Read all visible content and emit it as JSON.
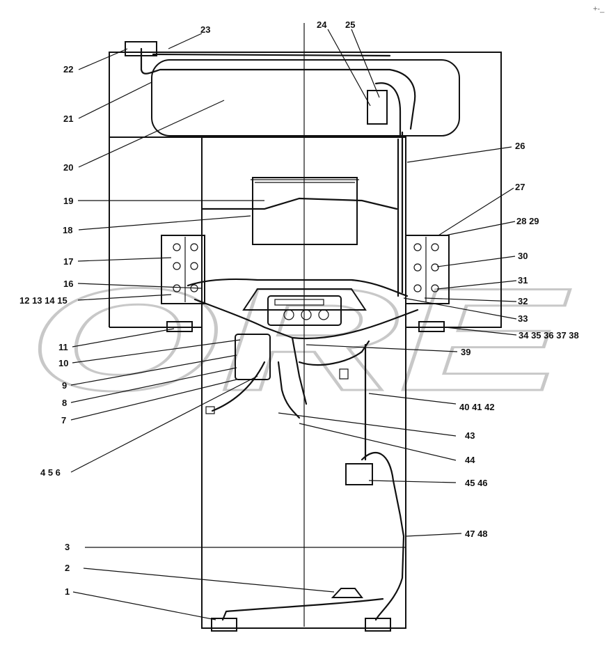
{
  "watermark": "ORE",
  "corner_mark": "+-_",
  "callouts": [
    {
      "id": "c1",
      "text": "1"
    },
    {
      "id": "c2",
      "text": "2"
    },
    {
      "id": "c3",
      "text": "3"
    },
    {
      "id": "c456",
      "text": "4 5 6"
    },
    {
      "id": "c7",
      "text": "7"
    },
    {
      "id": "c8",
      "text": "8"
    },
    {
      "id": "c9",
      "text": "9"
    },
    {
      "id": "c10",
      "text": "10"
    },
    {
      "id": "c11",
      "text": "11"
    },
    {
      "id": "c12",
      "text": "12 13 14 15"
    },
    {
      "id": "c16",
      "text": "16"
    },
    {
      "id": "c17",
      "text": "17"
    },
    {
      "id": "c18",
      "text": "18"
    },
    {
      "id": "c19",
      "text": "19"
    },
    {
      "id": "c20",
      "text": "20"
    },
    {
      "id": "c21",
      "text": "21"
    },
    {
      "id": "c22",
      "text": "22"
    },
    {
      "id": "c23",
      "text": "23"
    },
    {
      "id": "c24",
      "text": "24"
    },
    {
      "id": "c25",
      "text": "25"
    },
    {
      "id": "c26",
      "text": "26"
    },
    {
      "id": "c27",
      "text": "27"
    },
    {
      "id": "c2829",
      "text": "28 29"
    },
    {
      "id": "c30",
      "text": "30"
    },
    {
      "id": "c31",
      "text": "31"
    },
    {
      "id": "c32",
      "text": "32"
    },
    {
      "id": "c33",
      "text": "33"
    },
    {
      "id": "c3438",
      "text": "34 35 36 37 38"
    },
    {
      "id": "c39",
      "text": "39"
    },
    {
      "id": "c4042",
      "text": "40 41 42"
    },
    {
      "id": "c43",
      "text": "43"
    },
    {
      "id": "c44",
      "text": "44"
    },
    {
      "id": "c4546",
      "text": "45 46"
    },
    {
      "id": "c4748",
      "text": "47 48"
    }
  ]
}
